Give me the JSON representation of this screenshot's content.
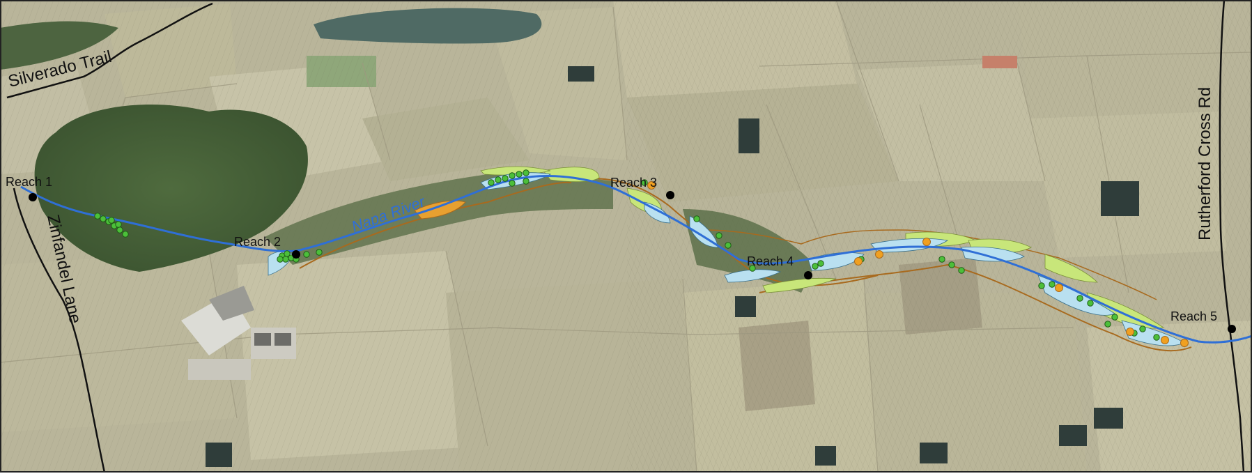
{
  "map": {
    "roads": {
      "silverado": "Silverado Trail",
      "zinfandel": "Zinfandel Lane",
      "rutherford": "Rutherford Cross Rd"
    },
    "river": "Napa River",
    "reaches": [
      "Reach 1",
      "Reach 2",
      "Reach 3",
      "Reach 4",
      "Reach 5"
    ],
    "colors": {
      "river": "#2f6fd6",
      "channel_fill": "#b9e0f0",
      "bank_fill": "#c8e67a",
      "levee_fill": "#e8a030",
      "levee_line": "#a86a1e",
      "tree_marker": "#4cbf3a",
      "orange_marker": "#f0a020",
      "road": "#111111"
    }
  }
}
